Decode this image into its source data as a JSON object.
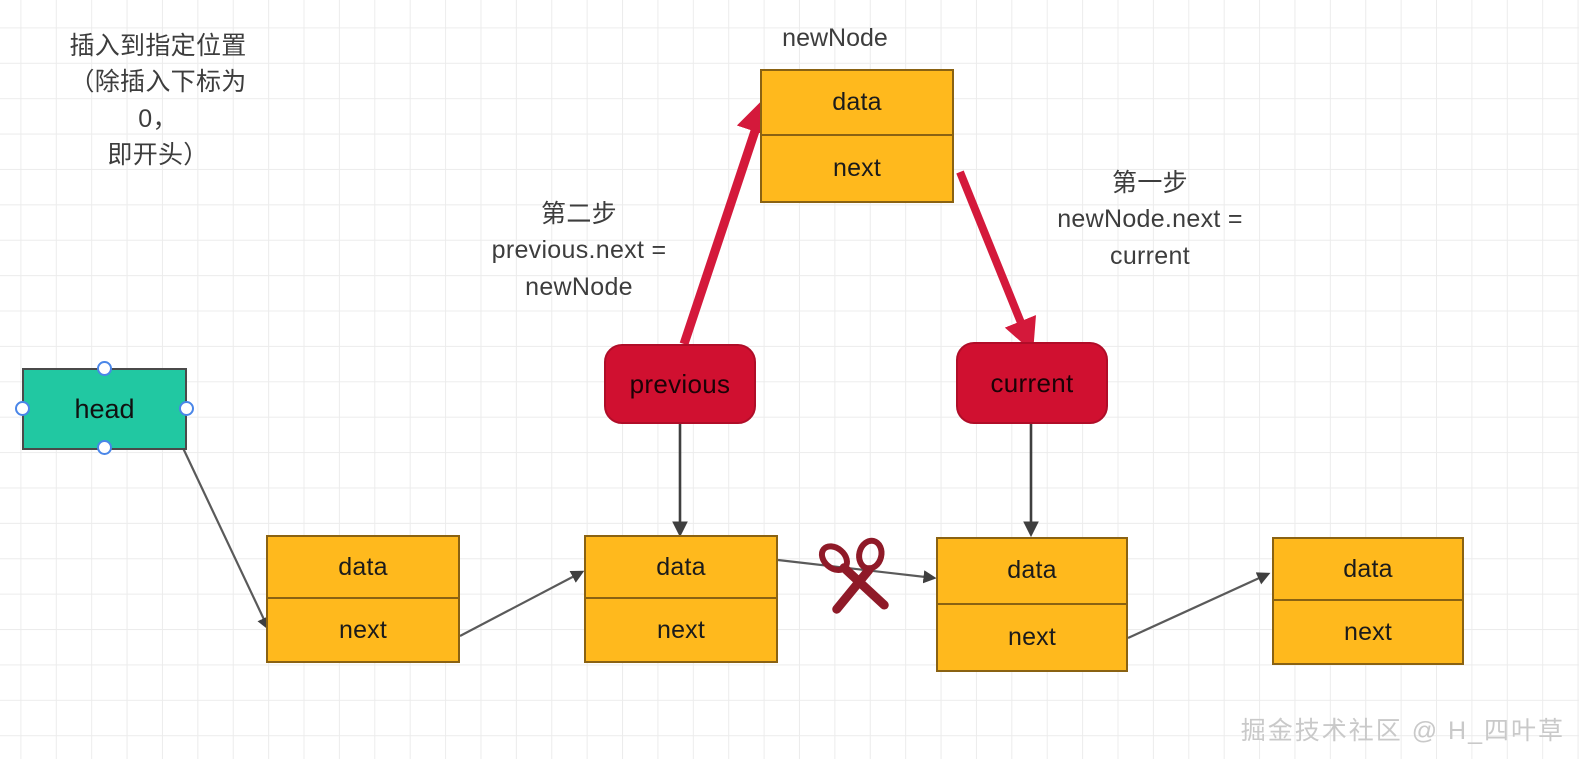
{
  "diagram": {
    "type": "linked-list-insertion",
    "background": {
      "style": "grid-paper",
      "grid_color": "#ececec",
      "page_color": "#ffffff"
    },
    "colors": {
      "node_fill": "#FFB91D",
      "node_border": "#8a6212",
      "head_fill": "#21C8A2",
      "pointer_fill": "#D01030",
      "red_arrow": "#D4193B",
      "black_arrow": "#4a4a4a",
      "scissors": "#8f1a28",
      "text": "#3d3d3d",
      "handle_border": "#4a86e8",
      "watermark": "#c9c9c9"
    },
    "annotations": {
      "top_left_note": "插入到指定位置\n（除插入下标为0，\n即开头）",
      "step_two": "第二步\nprevious.next =\nnewNode",
      "step_one": "第一步\nnewNode.next =\ncurrent"
    },
    "new_node": {
      "title": "newNode",
      "data_label": "data",
      "next_label": "next"
    },
    "head": {
      "label": "head",
      "selected": true
    },
    "pointers": [
      {
        "name": "previous",
        "label": "previous"
      },
      {
        "name": "current",
        "label": "current"
      }
    ],
    "list_nodes": [
      {
        "index": 0,
        "data_label": "data",
        "next_label": "next"
      },
      {
        "index": 1,
        "data_label": "data",
        "next_label": "next"
      },
      {
        "index": 2,
        "data_label": "data",
        "next_label": "next"
      },
      {
        "index": 3,
        "data_label": "data",
        "next_label": "next"
      }
    ],
    "cut_marker": {
      "icon": "scissors-icon",
      "meaning": "link to be severed"
    },
    "watermark": "掘金技术社区 @ H_四叶草"
  }
}
